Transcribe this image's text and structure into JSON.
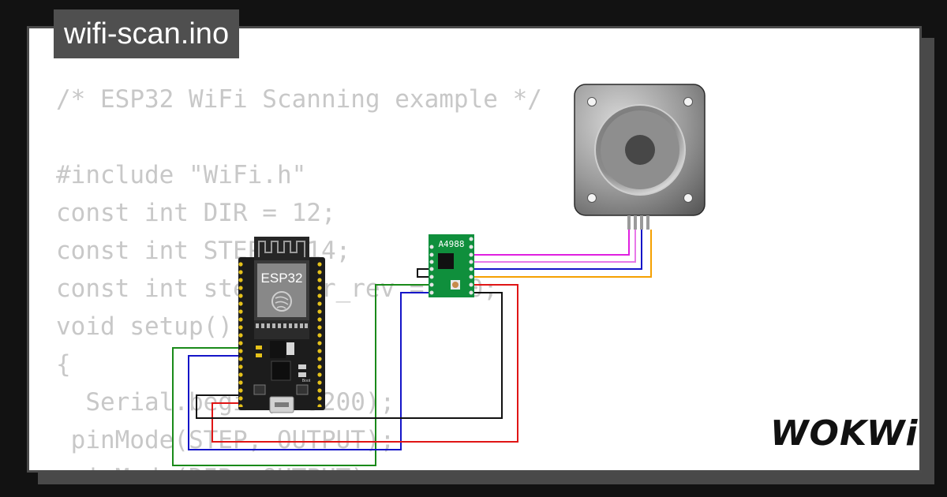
{
  "project": {
    "filename": "wifi-scan.ino",
    "brand": "WOKWi"
  },
  "code_lines": [
    "/* ESP32 WiFi Scanning example */",
    "",
    "#include \"WiFi.h\"",
    "const int DIR = 12;",
    "const int STEP = 14;",
    "const int steps_per_rev = 200;",
    "void setup()",
    "{",
    "  Serial.begin(115200);",
    " pinMode(STEP, OUTPUT);",
    " pinMode(DIR, OUTPUT);"
  ],
  "components": {
    "esp32_label": "ESP32",
    "driver_label": "A4988",
    "boot_label": "Boot"
  },
  "colors": {
    "wire_green": "#1a8a1a",
    "wire_blue": "#1515c8",
    "wire_red": "#e01515",
    "wire_black": "#111111",
    "wire_magenta": "#e020e0",
    "wire_violet": "#e070e0",
    "wire_orange": "#f5a000",
    "driver_pcb": "#0f8f3c",
    "esp32_pcb": "#1c1c1c",
    "pin_gold": "#e6c21a"
  }
}
